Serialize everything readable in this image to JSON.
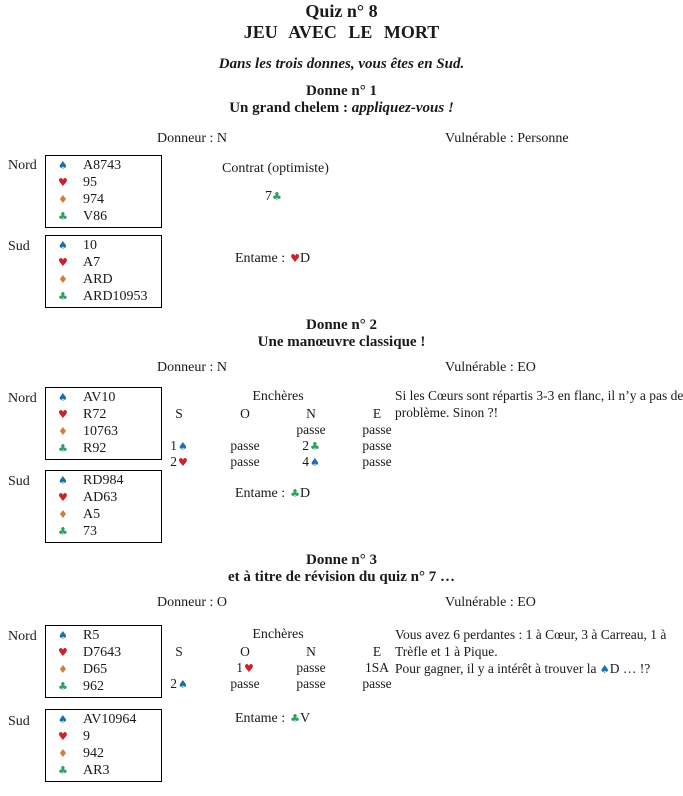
{
  "suits": {
    "spade": {
      "glyph": "♠",
      "color": "#1d6fa8"
    },
    "heart": {
      "glyph": "♥",
      "color": "#c9242b"
    },
    "diamond": {
      "glyph": "♦",
      "color": "#cd7f3f"
    },
    "club": {
      "glyph": "♣",
      "color": "#2f9e63"
    }
  },
  "header": {
    "title": "Quiz n° 8",
    "subtitle": "JEU AVEC LE MORT",
    "intro": "Dans les trois donnes, vous êtes en Sud."
  },
  "labels": {
    "nord": "Nord",
    "sud": "Sud",
    "encheres": "Enchères"
  },
  "donnes": [
    {
      "title": "Donne n° 1",
      "subtitle": "Un grand chelem : ",
      "subtitle_em": "appliquez-vous !",
      "donneur": "Donneur : N",
      "vulnerable": "Vulnérable : Personne",
      "nord": {
        "cards": [
          {
            "suit": "spade",
            "cards": "A8743"
          },
          {
            "suit": "heart",
            "cards": "95"
          },
          {
            "suit": "diamond",
            "cards": "974"
          },
          {
            "suit": "club",
            "cards": "V86"
          }
        ]
      },
      "sud": {
        "cards": [
          {
            "suit": "spade",
            "cards": "10"
          },
          {
            "suit": "heart",
            "cards": "A7"
          },
          {
            "suit": "diamond",
            "cards": "ARD"
          },
          {
            "suit": "club",
            "cards": "ARD10953"
          }
        ]
      },
      "contrat": {
        "label": "Contrat (optimiste)",
        "level": "7",
        "suit": "club"
      },
      "entame": {
        "label": "Entame :",
        "suit": "heart",
        "card": "D"
      }
    },
    {
      "title": "Donne n° 2",
      "subtitle": "Une manœuvre classique !",
      "subtitle_em": "",
      "donneur": "Donneur : N",
      "vulnerable": "Vulnérable : EO",
      "nord": {
        "cards": [
          {
            "suit": "spade",
            "cards": "AV10"
          },
          {
            "suit": "heart",
            "cards": "R72"
          },
          {
            "suit": "diamond",
            "cards": "10763"
          },
          {
            "suit": "club",
            "cards": "R92"
          }
        ]
      },
      "sud": {
        "cards": [
          {
            "suit": "spade",
            "cards": "RD984"
          },
          {
            "suit": "heart",
            "cards": "AD63"
          },
          {
            "suit": "diamond",
            "cards": "A5"
          },
          {
            "suit": "club",
            "cards": "73"
          }
        ]
      },
      "encheres": {
        "columns": [
          "S",
          "O",
          "N",
          "E"
        ],
        "rows": [
          [
            null,
            null,
            {
              "text": "passe"
            },
            {
              "text": "passe"
            }
          ],
          [
            {
              "level": "1",
              "suit": "spade"
            },
            {
              "text": "passe"
            },
            {
              "level": "2",
              "suit": "club"
            },
            {
              "text": "passe"
            }
          ],
          [
            {
              "level": "2",
              "suit": "heart"
            },
            {
              "text": "passe"
            },
            {
              "level": "4",
              "suit": "spade"
            },
            {
              "text": "passe"
            }
          ]
        ]
      },
      "comment": {
        "para1": "Si les Cœurs sont répartis 3-3 en flanc, il n’y a pas de problème. Sinon ?!",
        "para2_prefix": "",
        "para2_suit": "",
        "para2_suffix": ""
      },
      "entame": {
        "label": "Entame :",
        "suit": "club",
        "card": "D"
      }
    },
    {
      "title": "Donne n° 3",
      "subtitle": "et à titre de révision du quiz n° 7 …",
      "subtitle_em": "",
      "donneur": "Donneur : O",
      "vulnerable": "Vulnérable : EO",
      "nord": {
        "cards": [
          {
            "suit": "spade",
            "cards": "R5"
          },
          {
            "suit": "heart",
            "cards": "D7643"
          },
          {
            "suit": "diamond",
            "cards": "D65"
          },
          {
            "suit": "club",
            "cards": "962"
          }
        ]
      },
      "sud": {
        "cards": [
          {
            "suit": "spade",
            "cards": "AV10964"
          },
          {
            "suit": "heart",
            "cards": "9"
          },
          {
            "suit": "diamond",
            "cards": "942"
          },
          {
            "suit": "club",
            "cards": "AR3"
          }
        ]
      },
      "encheres": {
        "columns": [
          "S",
          "O",
          "N",
          "E"
        ],
        "rows": [
          [
            null,
            {
              "level": "1",
              "suit": "heart"
            },
            {
              "text": "passe"
            },
            {
              "text": "1SA"
            }
          ],
          [
            {
              "level": "2",
              "suit": "spade"
            },
            {
              "text": "passe"
            },
            {
              "text": "passe"
            },
            {
              "text": "passe"
            }
          ]
        ]
      },
      "comment": {
        "para1": "Vous avez 6 perdantes : 1 à Cœur, 3 à Carreau, 1 à Trèfle et 1 à Pique.",
        "para2_prefix": "Pour gagner, il y a intérêt à trouver la ",
        "para2_suit": "spade",
        "para2_suffix": "D … !?"
      },
      "entame": {
        "label": "Entame :",
        "suit": "club",
        "card": "V"
      }
    }
  ]
}
